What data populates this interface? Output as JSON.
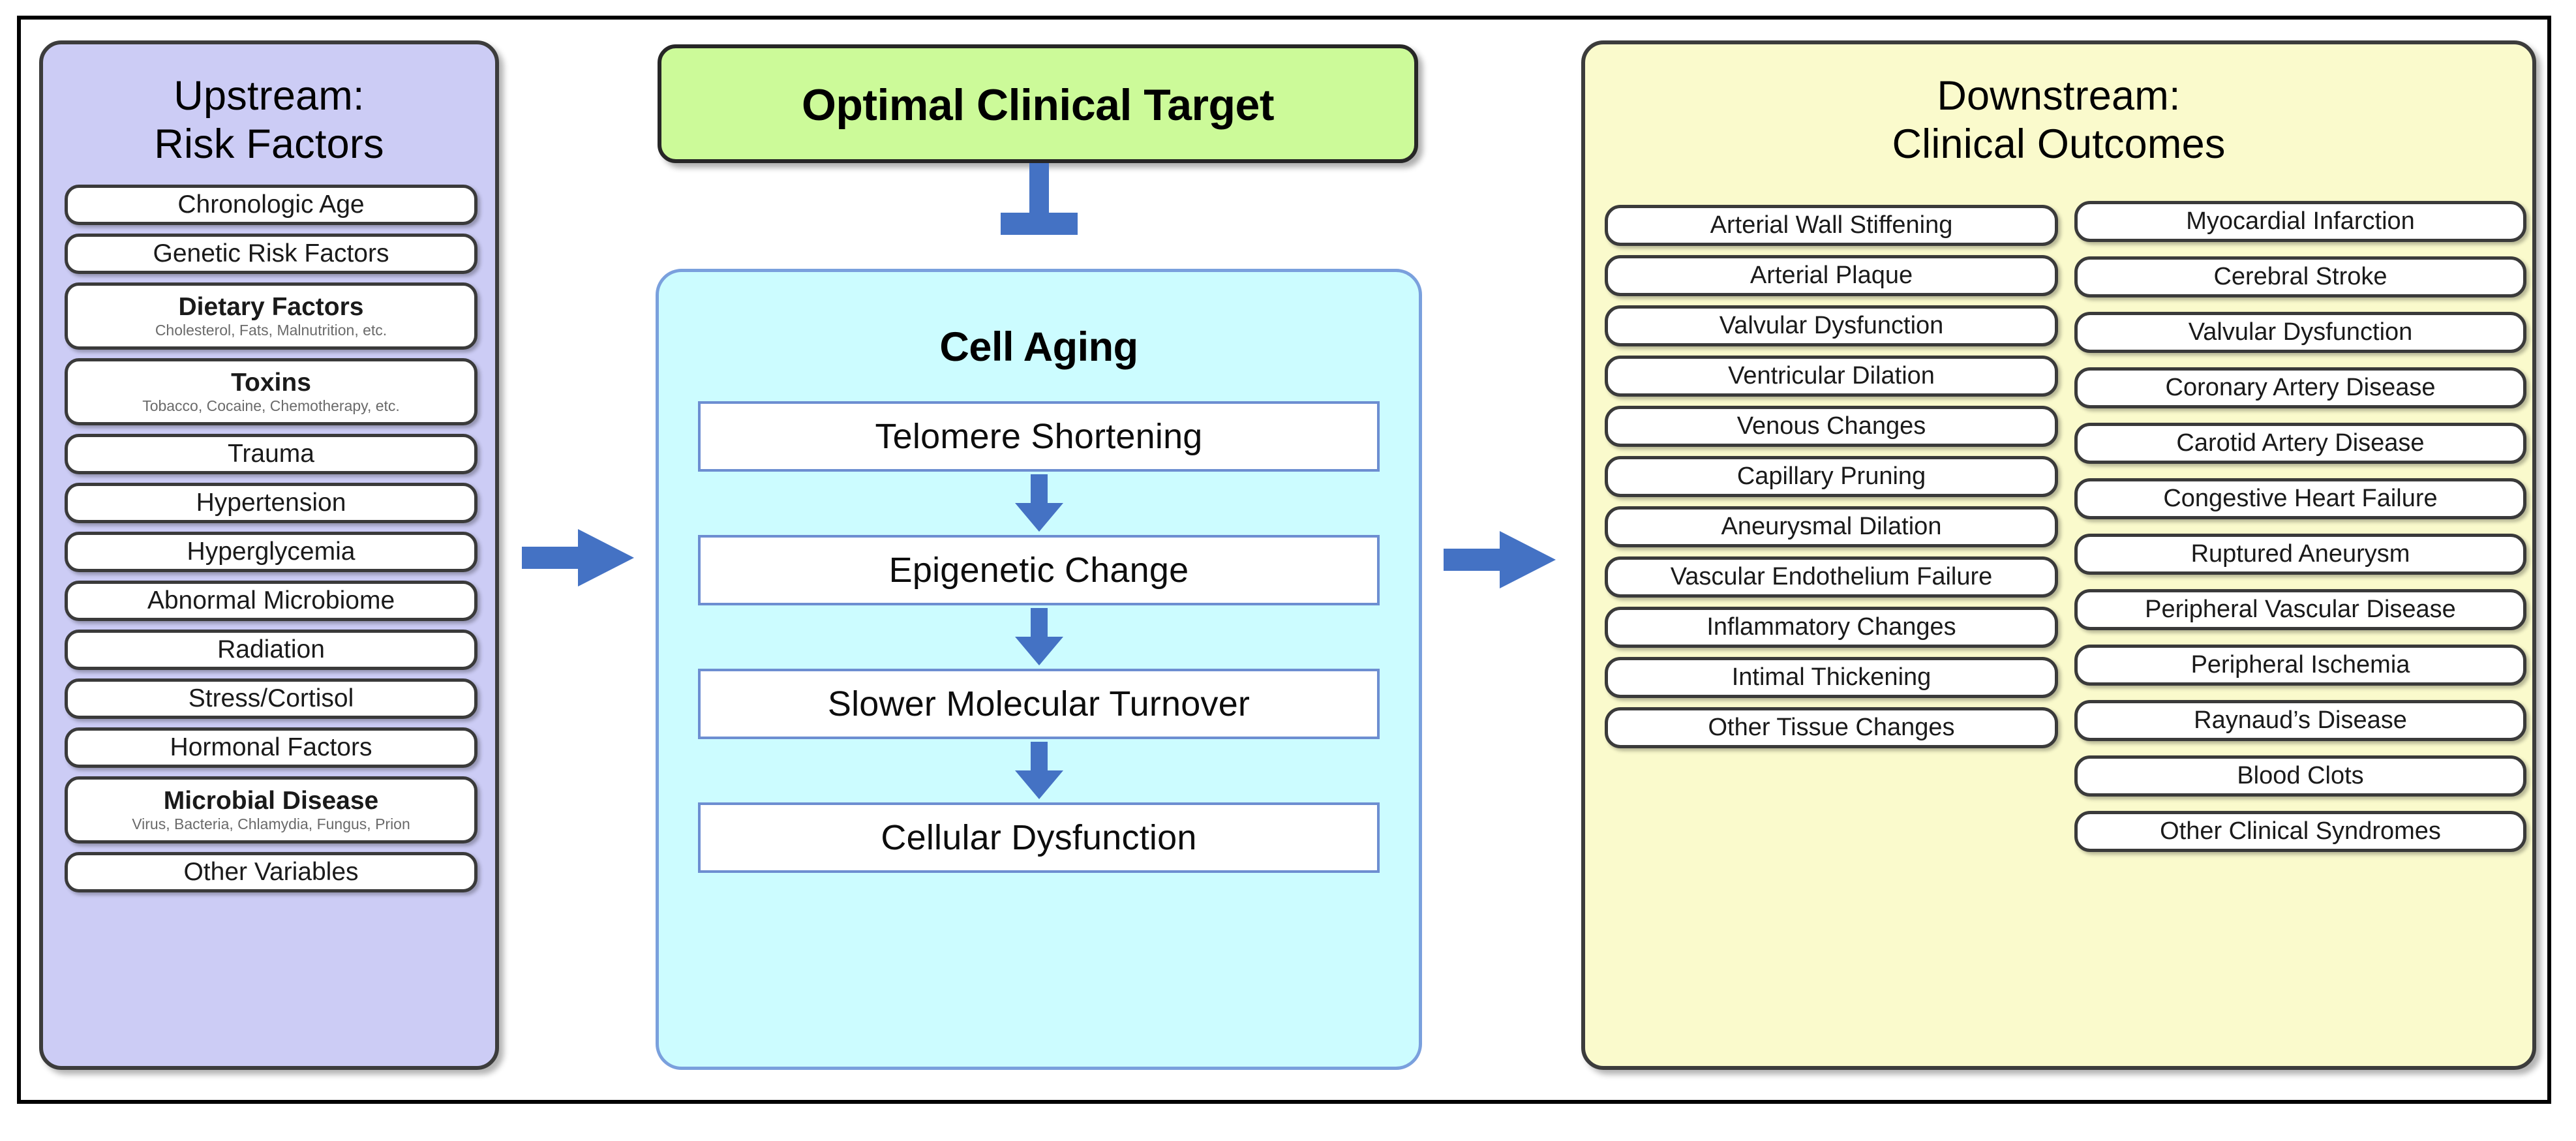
{
  "diagram": {
    "title": "Upstream Risk Factors, Cell Aging, and Downstream Clinical Outcomes",
    "colors": {
      "upstream_fill": "#CCCCF5",
      "cellaging_fill": "#CCFCFF",
      "target_fill": "#CCFA99",
      "downstream_fill": "#FAFACC",
      "arrow_blue": "#4472C4",
      "flowbox_border": "#6D8ED1",
      "pill_border": "#3A3A3A",
      "frame_border": "#000000"
    }
  },
  "upstream": {
    "title_line1": "Upstream:",
    "title_line2": "Risk Factors",
    "items": [
      {
        "label": "Chronologic Age",
        "sub": ""
      },
      {
        "label": "Genetic Risk Factors",
        "sub": ""
      },
      {
        "label": "Dietary Factors",
        "sub": "Cholesterol, Fats, Malnutrition, etc."
      },
      {
        "label": "Toxins",
        "sub": "Tobacco, Cocaine, Chemotherapy, etc."
      },
      {
        "label": "Trauma",
        "sub": ""
      },
      {
        "label": "Hypertension",
        "sub": ""
      },
      {
        "label": "Hyperglycemia",
        "sub": ""
      },
      {
        "label": "Abnormal Microbiome",
        "sub": ""
      },
      {
        "label": "Radiation",
        "sub": ""
      },
      {
        "label": "Stress/Cortisol",
        "sub": ""
      },
      {
        "label": "Hormonal Factors",
        "sub": ""
      },
      {
        "label": "Microbial Disease",
        "sub": "Virus, Bacteria, Chlamydia, Fungus, Prion"
      },
      {
        "label": "Other Variables",
        "sub": ""
      }
    ]
  },
  "target": {
    "label": "Optimal Clinical Target",
    "connector": "inhibition-t-bar"
  },
  "cellaging": {
    "title": "Cell Aging",
    "steps": [
      {
        "label": "Telomere Shortening"
      },
      {
        "label": "Epigenetic Change"
      },
      {
        "label": "Slower Molecular Turnover"
      },
      {
        "label": "Cellular Dysfunction"
      }
    ]
  },
  "downstream": {
    "title_line1": "Downstream:",
    "title_line2": "Clinical Outcomes",
    "column_left": [
      {
        "label": "Arterial Wall Stiffening"
      },
      {
        "label": "Arterial Plaque"
      },
      {
        "label": "Valvular Dysfunction"
      },
      {
        "label": "Ventricular Dilation"
      },
      {
        "label": "Venous Changes"
      },
      {
        "label": "Capillary Pruning"
      },
      {
        "label": "Aneurysmal Dilation"
      },
      {
        "label": "Vascular Endothelium Failure"
      },
      {
        "label": "Inflammatory Changes"
      },
      {
        "label": "Intimal Thickening"
      },
      {
        "label": "Other Tissue Changes"
      }
    ],
    "column_right": [
      {
        "label": "Myocardial Infarction"
      },
      {
        "label": "Cerebral Stroke"
      },
      {
        "label": "Valvular Dysfunction"
      },
      {
        "label": "Coronary Artery Disease"
      },
      {
        "label": "Carotid Artery Disease"
      },
      {
        "label": "Congestive Heart Failure"
      },
      {
        "label": "Ruptured Aneurysm"
      },
      {
        "label": "Peripheral Vascular Disease"
      },
      {
        "label": "Peripheral Ischemia"
      },
      {
        "label": "Raynaud’s Disease"
      },
      {
        "label": "Blood Clots"
      },
      {
        "label": "Other Clinical Syndromes"
      }
    ]
  },
  "connectors": {
    "upstream_to_cellaging": "right-arrow",
    "cellaging_to_downstream": "right-arrow"
  }
}
